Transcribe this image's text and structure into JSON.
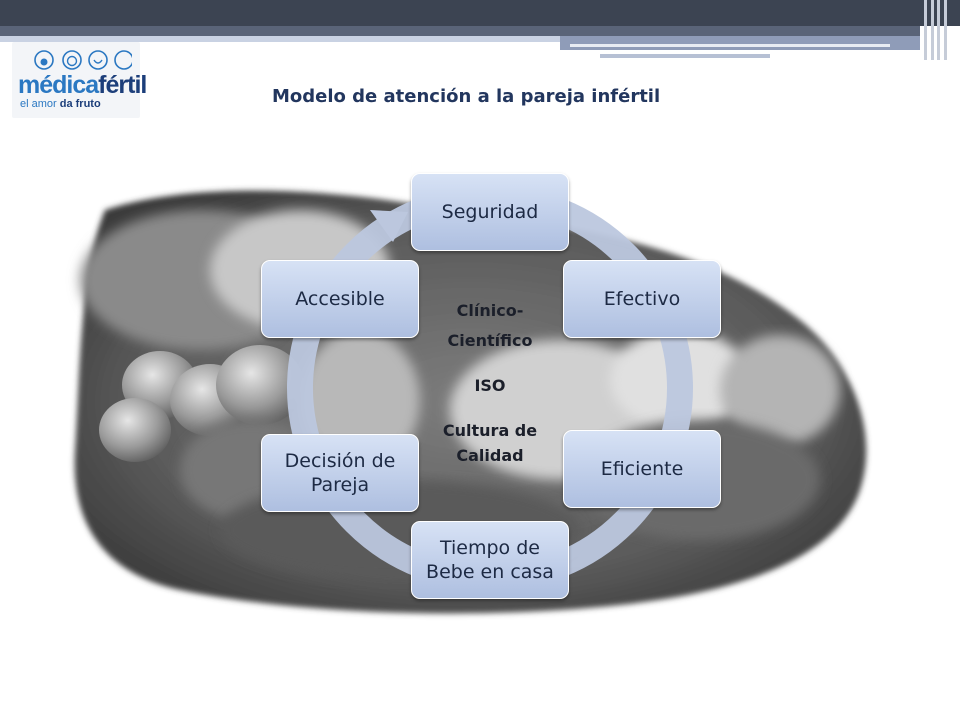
{
  "title": "Modelo de atención a la pareja infértil",
  "logo": {
    "name_part1": "médica",
    "name_part2": "fértil",
    "tagline_part1": "el amor ",
    "tagline_part2": "da fruto"
  },
  "cycle_nodes": [
    {
      "id": "seguridad",
      "label": "Seguridad"
    },
    {
      "id": "efectivo",
      "label": "Efectivo"
    },
    {
      "id": "eficiente",
      "label": "Eficiente"
    },
    {
      "id": "tiempo",
      "label": "Tiempo de Bebe en casa"
    },
    {
      "id": "decision",
      "label": "Decisión de Pareja"
    },
    {
      "id": "accesible",
      "label": "Accesible"
    }
  ],
  "center_labels": {
    "line1": "Clínico-",
    "line2": "Científico",
    "line3": "ISO",
    "line4": "Cultura de",
    "line5": "Calidad"
  },
  "colors": {
    "header_dark": "#3c4452",
    "title": "#22365e",
    "node_fill_top": "#d7e2f5",
    "node_fill_bottom": "#aebfe0",
    "ring": "#bcc7de",
    "logo_blue": "#2b78c2",
    "logo_navy": "#1c3e7a"
  }
}
